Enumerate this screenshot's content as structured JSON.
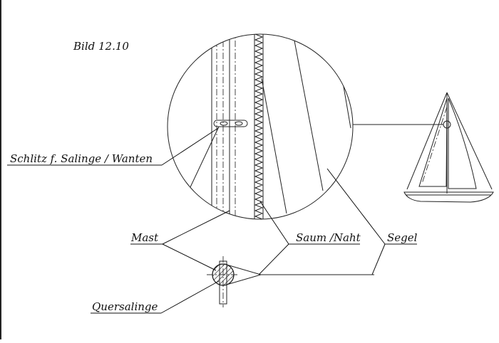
{
  "figure_label": "Bild 12.10",
  "labels": {
    "slot": "Schlitz f. Salinge / Wanten",
    "mast": "Mast",
    "seam": "Saum /Naht",
    "sail": "Segel",
    "spreader": "Quersalinge"
  },
  "colors": {
    "ink": "#111111",
    "background": "#ffffff"
  }
}
